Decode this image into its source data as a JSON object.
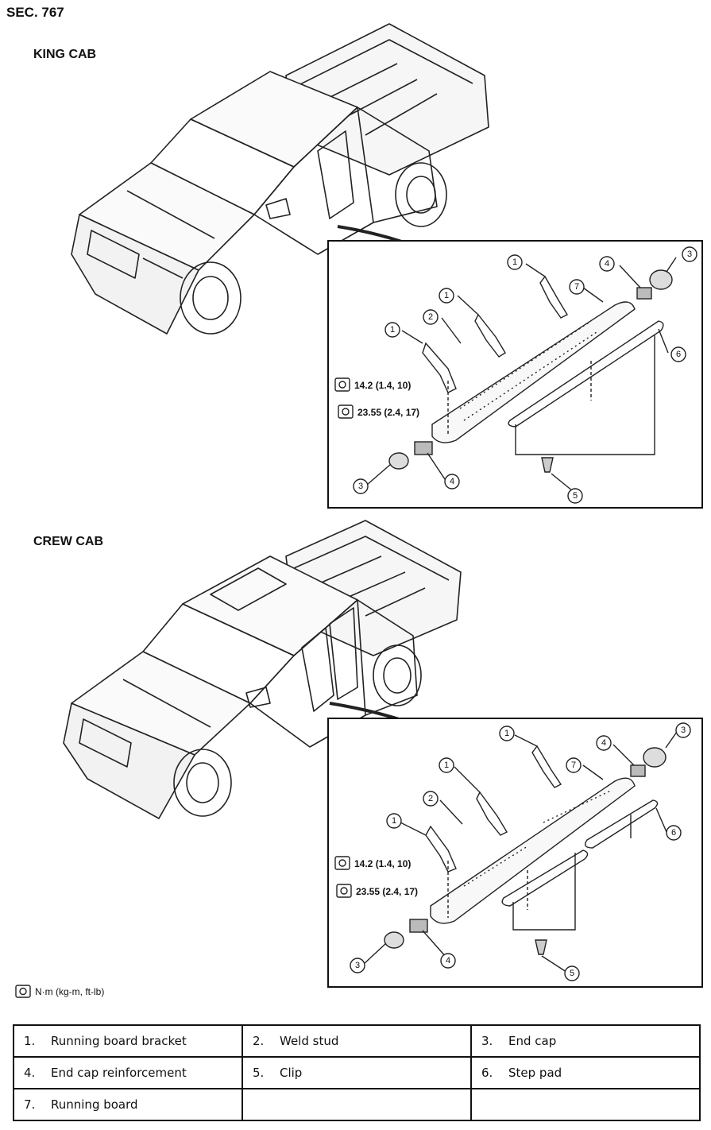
{
  "section_code": "SEC. 767",
  "views": [
    {
      "cab_label": "KING CAB",
      "callouts": [
        "1",
        "1",
        "1",
        "2",
        "3",
        "3",
        "4",
        "4",
        "5",
        "6",
        "7"
      ],
      "torques": [
        "14.2 (1.4, 10)",
        "23.55 (2.4, 17)"
      ]
    },
    {
      "cab_label": "CREW CAB",
      "callouts": [
        "1",
        "1",
        "1",
        "2",
        "3",
        "3",
        "4",
        "4",
        "5",
        "6",
        "7"
      ],
      "torques": [
        "14.2 (1.4, 10)",
        "23.55 (2.4, 17)"
      ]
    }
  ],
  "torque_unit_legend": "N·m (kg-m, ft-lb)",
  "icons": {
    "torque": "torque-wrench-icon",
    "pointer": "arrow-icon"
  },
  "parts": [
    {
      "num": "1.",
      "name": "Running board bracket"
    },
    {
      "num": "2.",
      "name": "Weld stud"
    },
    {
      "num": "3.",
      "name": "End cap"
    },
    {
      "num": "4.",
      "name": "End cap reinforcement"
    },
    {
      "num": "5.",
      "name": "Clip"
    },
    {
      "num": "6.",
      "name": "Step pad"
    },
    {
      "num": "7.",
      "name": "Running board"
    }
  ]
}
